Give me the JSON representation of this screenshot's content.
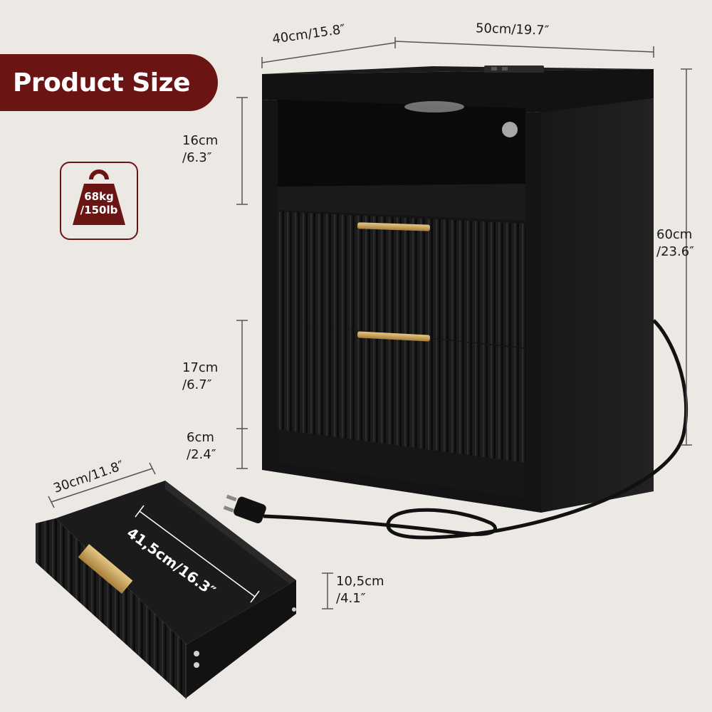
{
  "banner": {
    "title": "Product Size"
  },
  "weight": {
    "line1": "68kg",
    "line2": "/150lb"
  },
  "dimensions": {
    "top_depth": "40cm/15.8″",
    "top_width": "50cm/19.7″",
    "shelf_height": {
      "line1": "16cm",
      "line2": "/6.3″"
    },
    "drawer_height": {
      "line1": "17cm",
      "line2": "/6.7″"
    },
    "base_height": {
      "line1": "6cm",
      "line2": "/2.4″"
    },
    "total_height": {
      "line1": "60cm",
      "line2": "/23.6″"
    },
    "drawer_width": "30cm/11.8″",
    "drawer_length": "41,5cm/16.3″",
    "drawer_depth": {
      "line1": "10,5cm",
      "line2": "/4.1″"
    }
  },
  "colors": {
    "background": "#ece9e4",
    "accent": "#6b1414",
    "cabinet": "#161616",
    "handle": "#c9a25a"
  },
  "icons": [
    "weight-icon",
    "power-plug-icon",
    "usb-charging-port-icon"
  ]
}
